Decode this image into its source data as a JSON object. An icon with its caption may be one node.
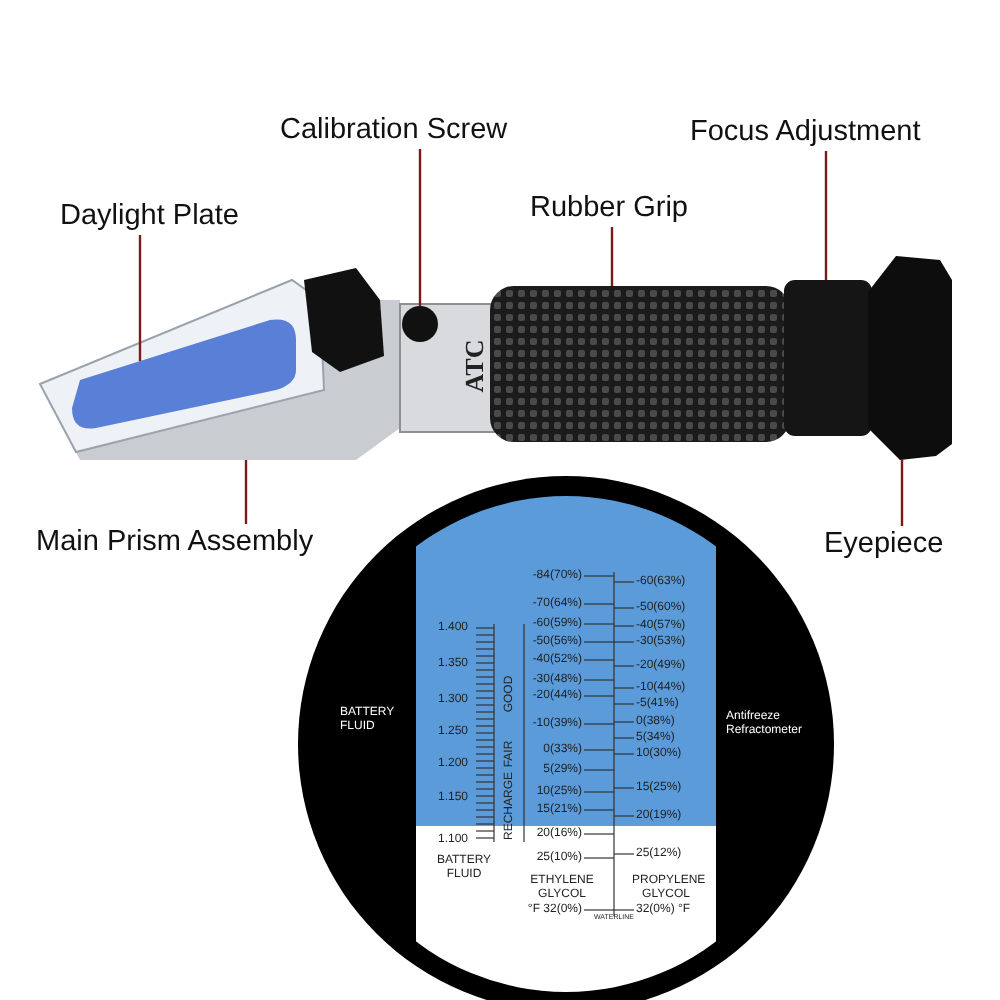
{
  "diagram": {
    "nodes": [
      {
        "text": [
          "Calibration Screw"
        ]
      },
      {
        "text": [
          "Focus Adjustment"
        ]
      },
      {
        "text": [
          "Daylight Plate"
        ]
      },
      {
        "text": [
          "Rubber Grip"
        ]
      },
      {
        "text": [
          "Main Prism Assembly"
        ]
      },
      {
        "text": [
          "Eyepiece"
        ]
      },
      {
        "text": [],
        "shape": "circle"
      },
      {
        "text": [],
        "shape": "box"
      },
      {
        "text": [],
        "shape": "picture"
      },
      {
        "text": [],
        "shape": "box"
      },
      {
        "text": [],
        "shape": "picture"
      },
      {
        "text": [],
        "shape": "picture"
      }
    ],
    "edges": [
      {
        "from": 0,
        "to": 6,
        "arrow": "none"
      },
      {
        "from": 1,
        "to": 7,
        "arrow": "none"
      },
      {
        "from": 2,
        "to": 8,
        "arrow": "none"
      },
      {
        "from": 3,
        "to": 9,
        "arrow": "none"
      },
      {
        "from": 4,
        "to": 10,
        "arrow": "none"
      },
      {
        "from": 5,
        "to": 11,
        "arrow": "none"
      }
    ],
    "labels": [
      "ATC",
      "BATTERY FLUID",
      "Antifreeze Refractometer",
      "1.400",
      "1.350",
      "1.300",
      "1.250",
      "1.200",
      "1.150",
      "1.100",
      "GOOD",
      "FAIR",
      "RECHARGE",
      "-84(70%)",
      "-70(64%)",
      "-60(59%)",
      "-50(56%)",
      "-40(52%)",
      "-30(48%)",
      "-20(44%)",
      "-10(39%)",
      "0(33%)",
      "5(29%)",
      "10(25%)",
      "15(21%)",
      "20(16%)",
      "25(10%)",
      "°F 32(0%)",
      "-60(63%)",
      "-50(60%)",
      "-40(57%)",
      "-30(53%)",
      "-20(49%)",
      "-10(44%)",
      "-5(41%)",
      "0(38%)",
      "5(34%)",
      "10(30%)",
      "15(25%)",
      "20(19%)",
      "25(12%)",
      "32(0%) °F",
      "BATTERY FLUID",
      "ETHYLENE GLYCOL",
      "PROPYLENE GLYCOL",
      "WATERLINE"
    ]
  }
}
